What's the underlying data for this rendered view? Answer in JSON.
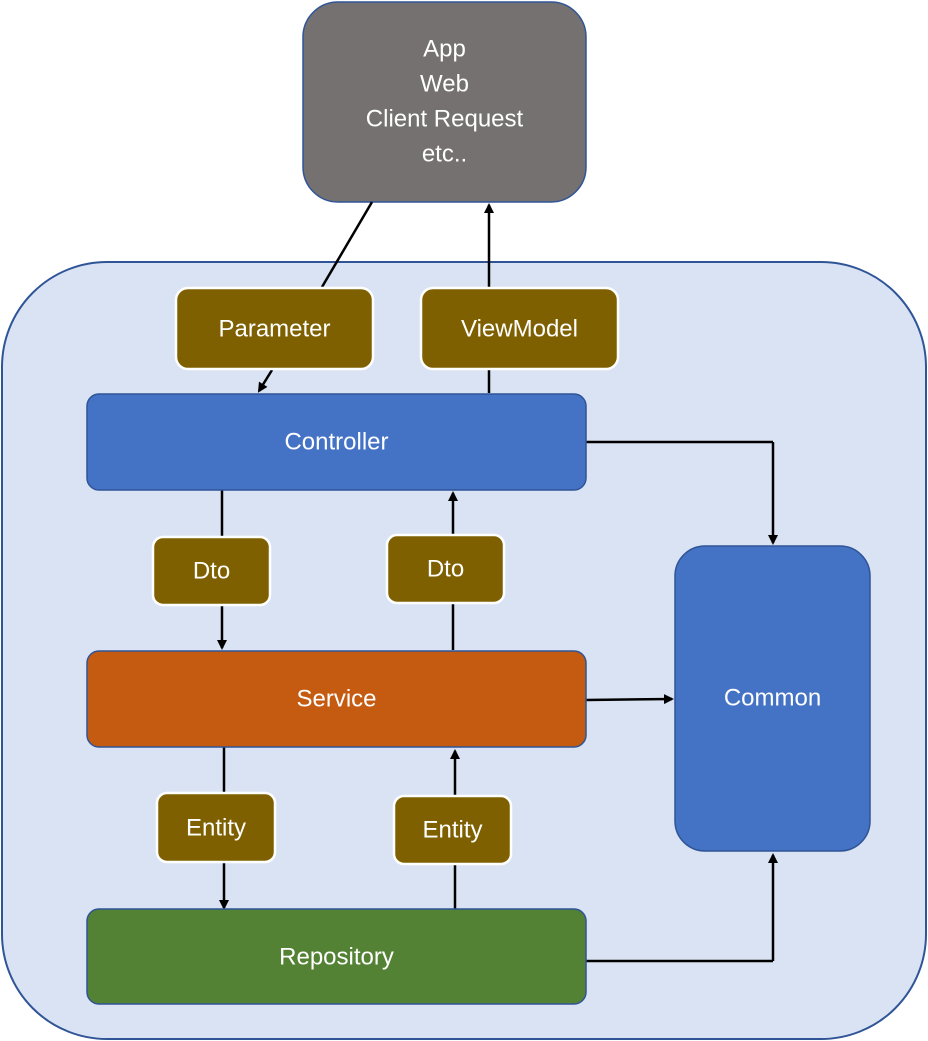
{
  "client": {
    "lines": [
      "App",
      "Web",
      "Client Request",
      "etc.."
    ],
    "color": "#767171"
  },
  "layers": {
    "controller": {
      "label": "Controller",
      "color": "#4472C4"
    },
    "service": {
      "label": "Service",
      "color": "#C55A11"
    },
    "repository": {
      "label": "Repository",
      "color": "#548235"
    },
    "common": {
      "label": "Common",
      "color": "#4472C4"
    }
  },
  "models": {
    "parameter": "Parameter",
    "viewmodel": "ViewModel",
    "dto_down": "Dto",
    "dto_up": "Dto",
    "entity_down": "Entity",
    "entity_up": "Entity",
    "color": "#7F6000"
  },
  "container": {
    "fill": "#DAE3F3",
    "border": "#2F5597"
  }
}
